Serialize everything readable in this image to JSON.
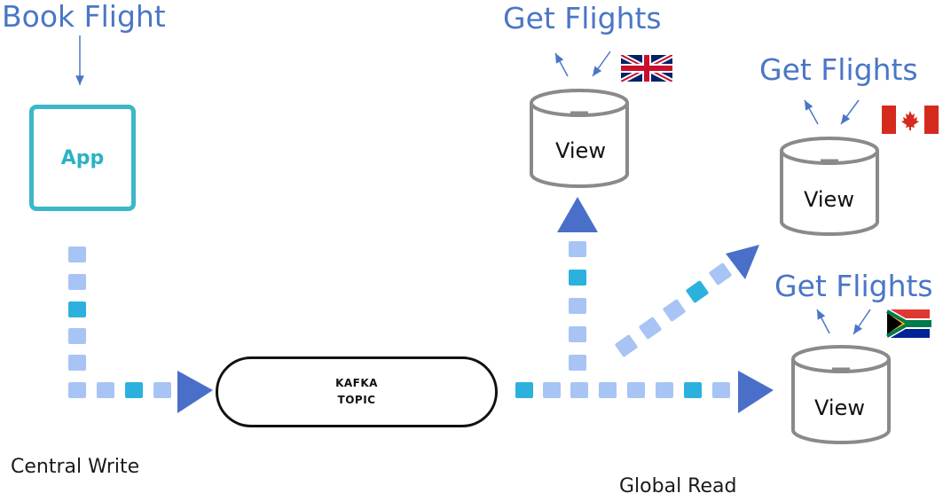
{
  "diagram": {
    "book_flight": "Book Flight",
    "app_label": "App",
    "kafka_line1": "KAFKA",
    "kafka_line2": "TOPIC",
    "central_write": "Central Write",
    "global_read": "Global Read",
    "views": [
      {
        "title": "Get Flights",
        "label": "View",
        "flag": "uk-flag-icon"
      },
      {
        "title": "Get Flights",
        "label": "View",
        "flag": "canada-flag-icon"
      },
      {
        "title": "Get Flights",
        "label": "View",
        "flag": "south-africa-flag-icon"
      }
    ]
  },
  "colors": {
    "title_blue": "#4a76c5",
    "app_teal": "#3bb7c9",
    "dot_light": "#a8c4f5",
    "dot_accent": "#2cb1de",
    "arrow_blue": "#4a6fc9",
    "cylinder_gray": "#8a8a8a"
  }
}
